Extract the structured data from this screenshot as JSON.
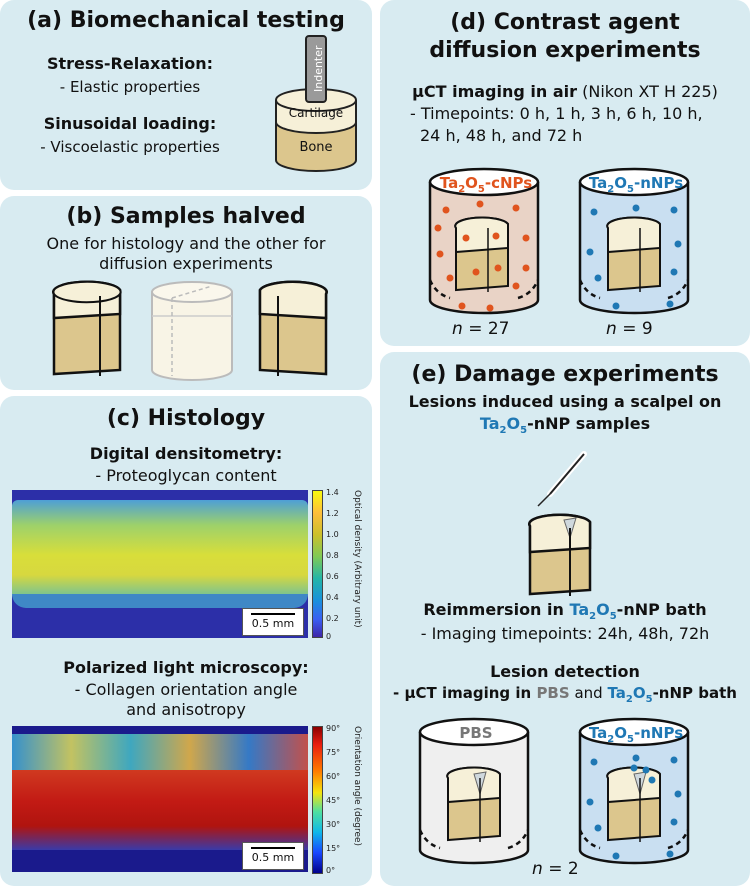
{
  "panel_a": {
    "title": "(a) Biomechanical testing",
    "stress_heading": "Stress-Relaxation:",
    "stress_desc": "- Elastic properties",
    "sinus_heading": "Sinusoidal loading:",
    "sinus_desc": "- Viscoelastic properties",
    "indenter_label": "Indenter",
    "cartilage_label": "Cartilage",
    "bone_label": "Bone"
  },
  "panel_b": {
    "title": "(b) Samples halved",
    "desc_line1": "One for histology and the other for",
    "desc_line2": "diffusion experiments"
  },
  "panel_c": {
    "title": "(c) Histology",
    "dd_heading": "Digital densitometry:",
    "dd_desc": "- Proteoglycan content",
    "dd_colorbar_label": "Optical density (Arbitrary unit)",
    "dd_ticks": [
      "1.4",
      "1.2",
      "1.0",
      "0.8",
      "0.6",
      "0.4",
      "0.2",
      "0"
    ],
    "dd_scale": "0.5 mm",
    "plm_heading": "Polarized light microscopy:",
    "plm_desc1": "- Collagen orientation angle",
    "plm_desc2": "and anisotropy",
    "plm_colorbar_label": "Orientation angle (degree)",
    "plm_ticks": [
      "90°",
      "75°",
      "60°",
      "45°",
      "30°",
      "15°",
      "0°"
    ],
    "plm_scale": "0.5 mm"
  },
  "panel_d": {
    "title_line1": "(d) Contrast agent",
    "title_line2": "diffusion experiments",
    "imaging_bold": "μCT imaging in air",
    "imaging_device": " (Nikon XT H 225)",
    "timepoints_line1": "- Timepoints: 0 h, 1 h, 3 h, 6 h, 10 h,",
    "timepoints_line2": "24 h, 48 h, and 72 h",
    "label_cnps_main": "Ta",
    "label_cnps_sub1": "2",
    "label_cnps_mid": "O",
    "label_cnps_sub2": "5",
    "label_cnps_tail": "-cNPs",
    "label_nnps_tail": "-nNPs",
    "n_symbol": "n",
    "n_left": "= 27",
    "n_right": "= 9",
    "colors": {
      "cnp": "#e0541e",
      "nnp": "#1f78b4"
    }
  },
  "panel_e": {
    "title": "(e) Damage experiments",
    "lesion_line1": "Lesions induced using a scalpel on",
    "lesion_tail": "-nNP samples",
    "reimm_bold": "Reimmersion in ",
    "reimm_tail": "-nNP bath",
    "reimm_desc": "- Imaging timepoints: 24h, 48h, 72h",
    "detect_heading": "Lesion detection",
    "detect_pre": "- μCT imaging in ",
    "detect_pbs": "PBS",
    "detect_and": " and ",
    "detect_tail": "-nNP bath",
    "pbs_label": "PBS",
    "nnps_tail": "-nNPs",
    "n_symbol": "n",
    "n_value": "= 2"
  }
}
